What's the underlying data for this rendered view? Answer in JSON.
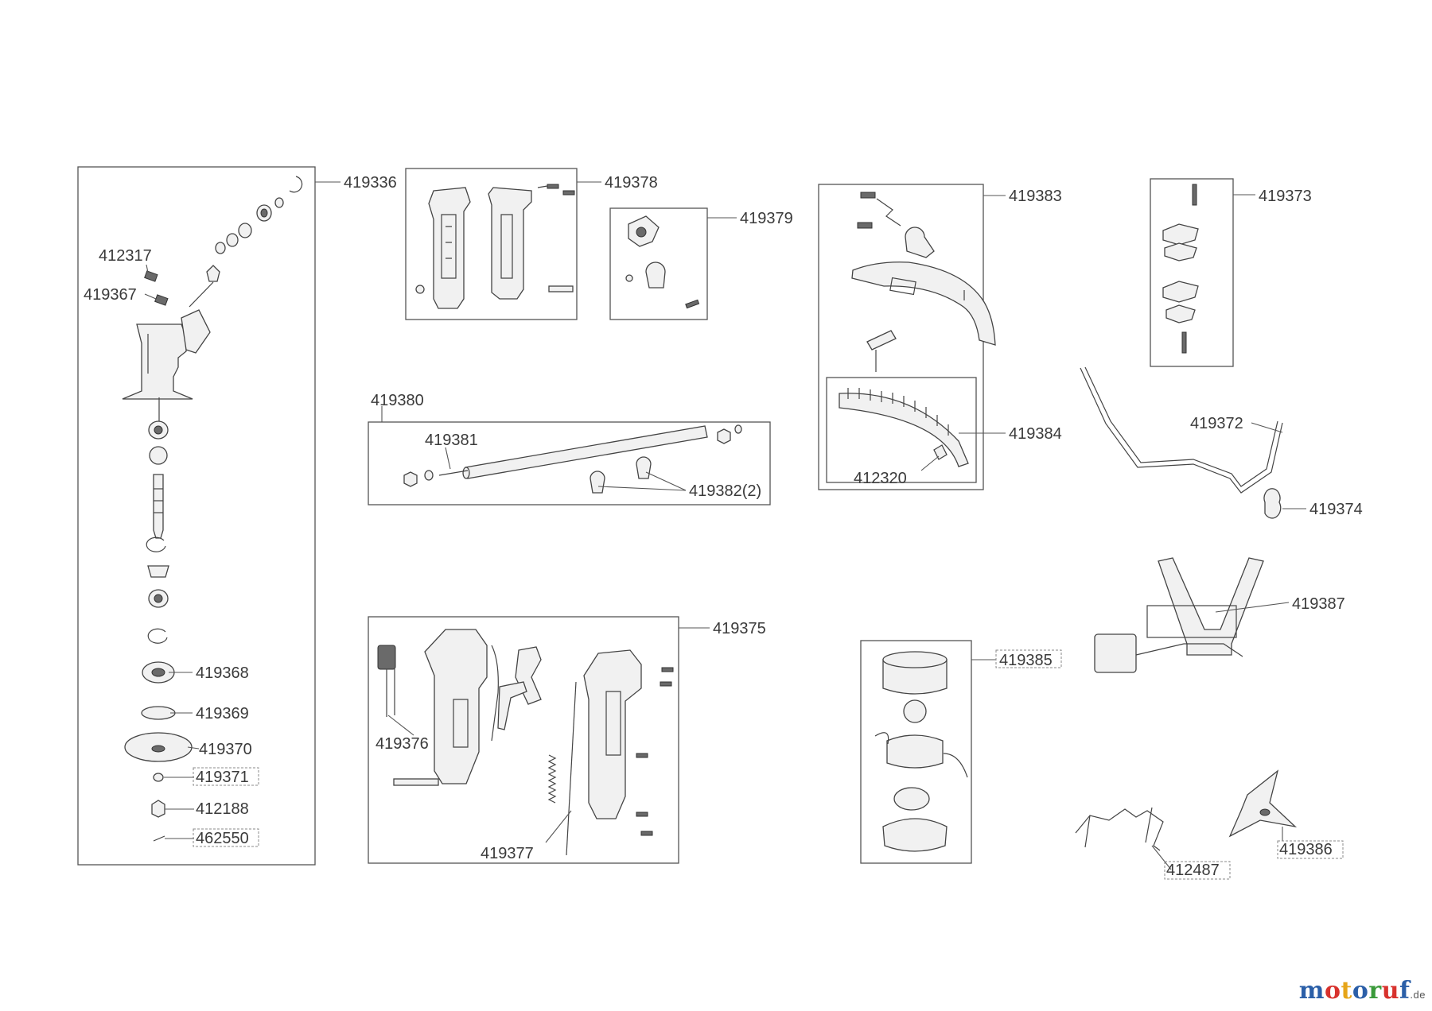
{
  "labels": {
    "l419336": "419336",
    "l412317": "412317",
    "l419367": "419367",
    "l419368": "419368",
    "l419369": "419369",
    "l419370": "419370",
    "l419371": "419371",
    "l412188": "412188",
    "l462550": "462550",
    "l419378": "419378",
    "l419379": "419379",
    "l419380": "419380",
    "l419381": "419381",
    "l419382": "419382(2)",
    "l419383": "419383",
    "l419384": "419384",
    "l412320": "412320",
    "l419373": "419373",
    "l419372": "419372",
    "l419374": "419374",
    "l419375": "419375",
    "l419376": "419376",
    "l419377": "419377",
    "l419385": "419385",
    "l419387": "419387",
    "l412487": "412487",
    "l419386": "419386"
  },
  "watermark": {
    "letters": [
      "m",
      "o",
      "t",
      "o",
      "r",
      "u",
      "f"
    ],
    "colors": [
      "#2b5fa8",
      "#d8322d",
      "#e6a519",
      "#2b5fa8",
      "#3a9a3a",
      "#d8322d",
      "#2b5fa8"
    ],
    "tld": ".de"
  }
}
